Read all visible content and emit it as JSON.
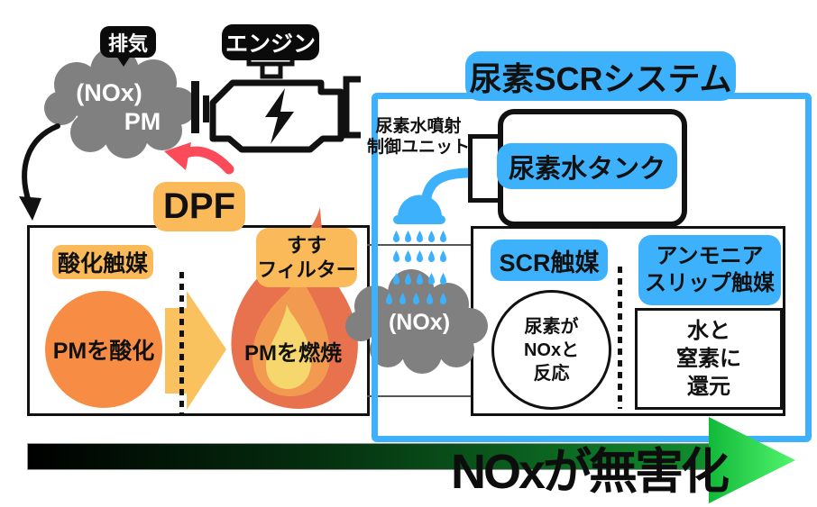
{
  "colors": {
    "blue": "#3EB1FC",
    "orange": "#FBBA59",
    "orange_deep": "#F78C45",
    "arrow_orange": "#F9C25F",
    "flame_outer": "#E8714E",
    "flame_mid": "#F29B50",
    "flame_inner": "#F5D76E",
    "gray": "#808080",
    "red": "#FB4A59",
    "green_dark": "#11902E",
    "green_bright": "#3EEF60"
  },
  "exhaust": {
    "badge": "排気",
    "nox": "(NOx)",
    "pm": "PM"
  },
  "engine": {
    "badge": "エンジン"
  },
  "dpf": {
    "title": "DPF",
    "oxidation_badge": "酸化触媒",
    "oxidation_text": "PMを酸化",
    "soot_badge_line1": "すす",
    "soot_badge_line2": "フィルター",
    "soot_text": "PMを燃焼"
  },
  "scr": {
    "title": "尿素SCRシステム",
    "injector_line1": "尿素水噴射",
    "injector_line2": "制御ユニット",
    "tank_badge": "尿素水タンク",
    "cloud_nox": "(NOx)",
    "catalyst_badge": "SCR触媒",
    "catalyst_circle_line1": "尿素が",
    "catalyst_circle_line2": "NOxと",
    "catalyst_circle_line3": "反応",
    "slip_badge_line1": "アンモニア",
    "slip_badge_line2": "スリップ触媒",
    "reduction_line1": "水と",
    "reduction_line2": "窒素に",
    "reduction_line3": "還元"
  },
  "result": {
    "headline": "NOxが無害化"
  }
}
